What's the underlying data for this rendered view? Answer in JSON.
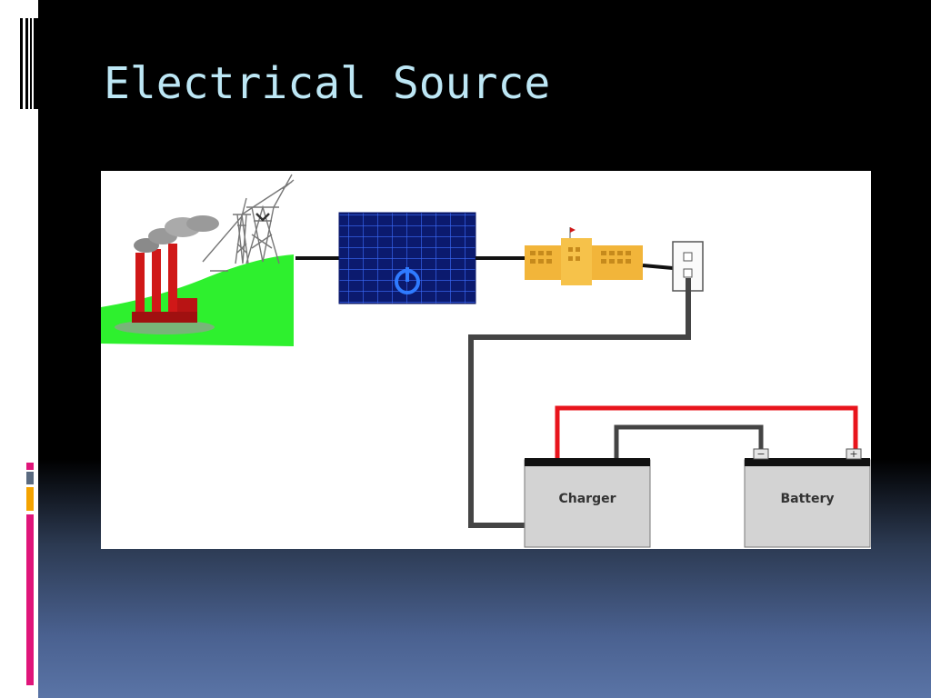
{
  "slide": {
    "title": "Electrical Source"
  },
  "diagram": {
    "charger_label": "Charger",
    "battery_label": "Battery",
    "negative_terminal": "−",
    "positive_terminal": "+"
  },
  "colors": {
    "title_text": "#bde7f5",
    "positive_wire": "#e8141c",
    "negative_wire": "#444444",
    "accent_pink": "#e0157a",
    "accent_orange": "#f4a300",
    "accent_slate": "#5a6a80",
    "grass": "#2ef02e",
    "factory": "#d01818",
    "grid_panel": "#1a2a8a",
    "building": "#f2b53a"
  }
}
